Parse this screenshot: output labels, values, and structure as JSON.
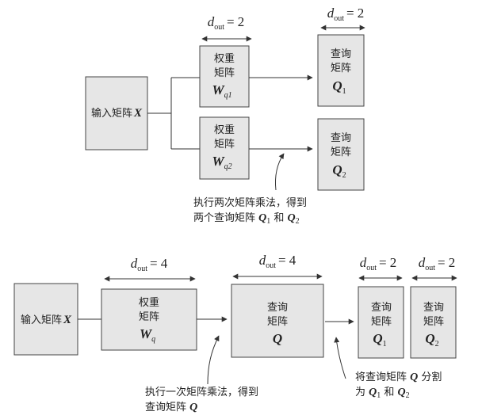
{
  "top": {
    "input_label_cn": "输入矩阵",
    "input_label_var": "X",
    "weight_label_cn": "权重",
    "matrix_cn": "矩阵",
    "query_cn": "查询",
    "w_var": "W",
    "w_sub1": "q1",
    "w_sub2": "q2",
    "q_var": "Q",
    "q_sub1": "1",
    "q_sub2": "2",
    "dim_var": "d",
    "dim_sub": "out",
    "dim_eq_2": "= 2",
    "caption_line1": "执行两次矩阵乘法，得到",
    "caption_line2_pre": "两个查询矩阵 ",
    "caption_line2_mid": " 和 "
  },
  "bottom": {
    "input_label_cn": "输入矩阵",
    "input_label_var": "X",
    "weight_label_cn": "权重",
    "matrix_cn": "矩阵",
    "query_cn": "查询",
    "w_var": "W",
    "w_sub": "q",
    "q_var": "Q",
    "q_sub1": "1",
    "q_sub2": "2",
    "dim_var": "d",
    "dim_sub": "out",
    "dim_eq_4": "= 4",
    "dim_eq_2": "= 2",
    "caption_left_line1": "执行一次矩阵乘法，得到",
    "caption_left_line2": "查询矩阵 ",
    "caption_right_line1_pre": "将查询矩阵 ",
    "caption_right_line1_post": " 分割",
    "caption_right_line2_pre": "为 ",
    "caption_right_line2_mid": " 和 "
  }
}
